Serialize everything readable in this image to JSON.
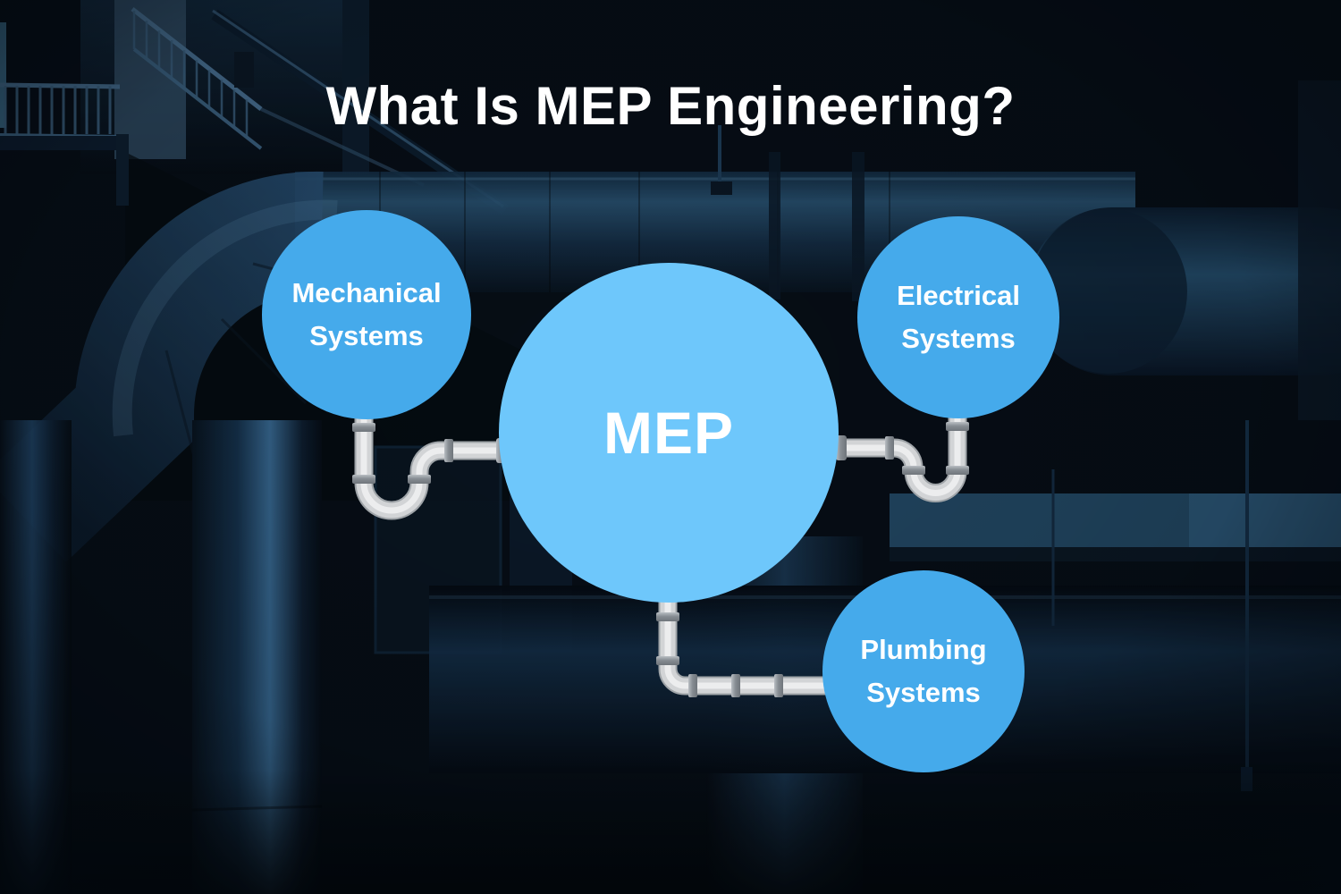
{
  "title": "What Is MEP Engineering?",
  "colors": {
    "bg_base": "#050a10",
    "node_fill": "#45aaeb",
    "center_fill": "#6ec7fb",
    "text_color": "#ffffff",
    "pipe_body": "#d2d4d6",
    "pipe_edge": "#9fa4a8",
    "pipe_highlight": "#ecedee",
    "pipe_collar": "#8d9297"
  },
  "diagram": {
    "center": {
      "label": "MEP"
    },
    "nodes": [
      {
        "id": "mechanical",
        "label_line1": "Mechanical",
        "label_line2": "Systems",
        "position": "top-left"
      },
      {
        "id": "electrical",
        "label_line1": "Electrical",
        "label_line2": "Systems",
        "position": "top-right"
      },
      {
        "id": "plumbing",
        "label_line1": "Plumbing",
        "label_line2": "Systems",
        "position": "bottom-right"
      }
    ],
    "connector_style": "plumbing-pipe with traps and couplings"
  },
  "background_description": "dark blue industrial mechanical room: stair railings top-left, large ducts and pipes"
}
